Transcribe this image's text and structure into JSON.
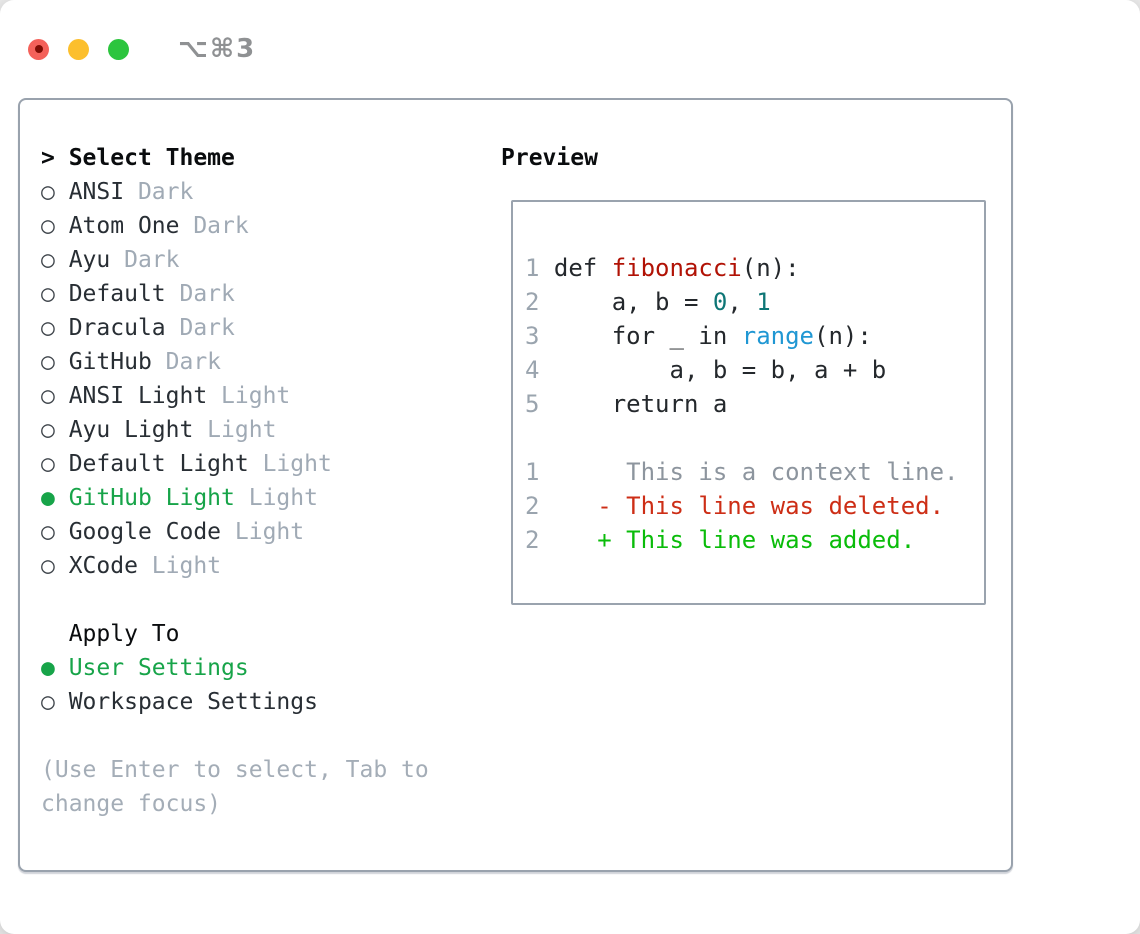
{
  "window": {
    "shortcut": "⌥⌘3"
  },
  "theme_picker": {
    "title_prefix": ">",
    "title": "Select Theme",
    "items": [
      {
        "name": "ANSI",
        "variant": "Dark",
        "selected": false
      },
      {
        "name": "Atom One",
        "variant": "Dark",
        "selected": false
      },
      {
        "name": "Ayu",
        "variant": "Dark",
        "selected": false
      },
      {
        "name": "Default",
        "variant": "Dark",
        "selected": false
      },
      {
        "name": "Dracula",
        "variant": "Dark",
        "selected": false
      },
      {
        "name": "GitHub",
        "variant": "Dark",
        "selected": false
      },
      {
        "name": "ANSI Light",
        "variant": "Light",
        "selected": false
      },
      {
        "name": "Ayu Light",
        "variant": "Light",
        "selected": false
      },
      {
        "name": "Default Light",
        "variant": "Light",
        "selected": false
      },
      {
        "name": "GitHub Light",
        "variant": "Light",
        "selected": true
      },
      {
        "name": "Google Code",
        "variant": "Light",
        "selected": false
      },
      {
        "name": "XCode",
        "variant": "Light",
        "selected": false
      }
    ],
    "apply_to": {
      "title": "Apply To",
      "options": [
        {
          "label": "User Settings",
          "selected": true
        },
        {
          "label": "Workspace Settings",
          "selected": false
        }
      ]
    },
    "hint_lines": [
      "(Use Enter to select, Tab to",
      "change focus)"
    ]
  },
  "preview": {
    "title": "Preview",
    "lines": [
      {
        "num": "1",
        "tokens": [
          {
            "text": "def ",
            "cls": "default"
          },
          {
            "text": "fibonacci",
            "cls": "func"
          },
          {
            "text": "(n):",
            "cls": "default"
          }
        ]
      },
      {
        "num": "2",
        "tokens": [
          {
            "text": "    a, b = ",
            "cls": "default"
          },
          {
            "text": "0",
            "cls": "num"
          },
          {
            "text": ", ",
            "cls": "default"
          },
          {
            "text": "1",
            "cls": "num"
          }
        ]
      },
      {
        "num": "3",
        "tokens": [
          {
            "text": "    for _ in ",
            "cls": "default"
          },
          {
            "text": "range",
            "cls": "builtin"
          },
          {
            "text": "(n):",
            "cls": "default"
          }
        ]
      },
      {
        "num": "4",
        "tokens": [
          {
            "text": "        a, b = b, a + b",
            "cls": "default"
          }
        ]
      },
      {
        "num": "5",
        "tokens": [
          {
            "text": "    return a",
            "cls": "default"
          }
        ]
      },
      {
        "num": "",
        "tokens": []
      },
      {
        "num": "1",
        "tokens": [
          {
            "text": "     This is a context line.",
            "cls": "context"
          }
        ]
      },
      {
        "num": "2",
        "tokens": [
          {
            "text": "   - This line was deleted.",
            "cls": "deleted"
          }
        ]
      },
      {
        "num": "2",
        "tokens": [
          {
            "text": "   + This line was added.",
            "cls": "added"
          }
        ]
      }
    ]
  },
  "colors": {
    "tl-red": "#f4615a",
    "tl-red-dot": "#7e0c04",
    "tl-yellow": "#fcbf2d",
    "tl-green": "#2cc53e",
    "shortcut-gray": "#8f9193",
    "panel-border": "#99a2ad",
    "preview-border": "#9aa3ae",
    "title-text": "#0a0c0e",
    "item-text": "#282e34",
    "radio-gray": "#41474d",
    "muted-gray": "#a0aab5",
    "hint-gray": "#a4adb7",
    "accent-green": "#17a449",
    "ln-gray": "#9aa4ae",
    "code-text": "#24282c",
    "func-red": "#b11205",
    "num-teal": "#0e7676",
    "builtin-blue": "#2097d3",
    "context-gray": "#8d959e",
    "deleted-red": "#cd2e16",
    "added-green": "#0abc0a"
  }
}
